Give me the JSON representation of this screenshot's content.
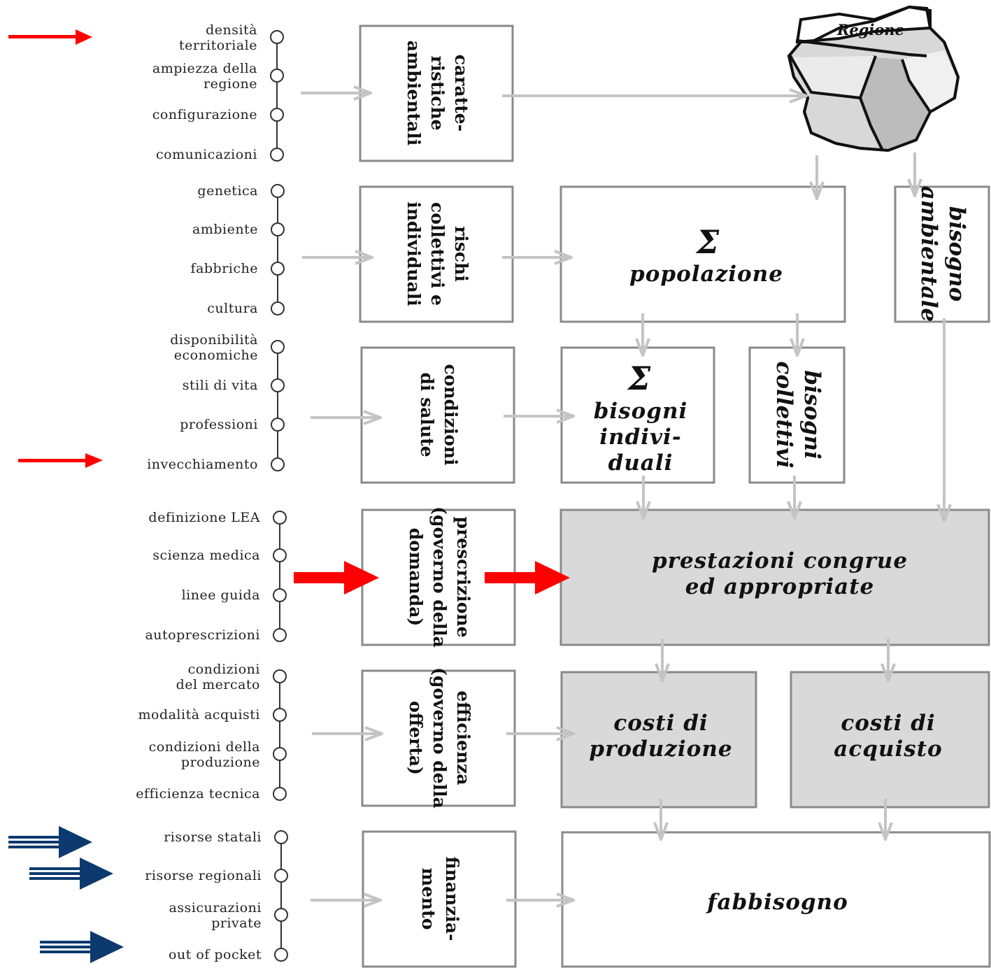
{
  "factor_groups": [
    {
      "items": [
        "densità\nterritoriale",
        "ampiezza della\nregione",
        "configurazione",
        "comunicazioni"
      ]
    },
    {
      "items": [
        "genetica",
        "ambiente",
        "fabbriche",
        "cultura"
      ]
    },
    {
      "items": [
        "disponibilità\neconomiche",
        "stili di vita",
        "professioni",
        "invecchiamento"
      ]
    },
    {
      "items": [
        "definizione LEA",
        "scienza medica",
        "linee guida",
        "autoprescrizioni"
      ]
    },
    {
      "items": [
        "condizioni\ndel mercato",
        "modalità acquisti",
        "condizioni della\nproduzione",
        "efficienza tecnica"
      ]
    },
    {
      "items": [
        "risorse statali",
        "risorse regionali",
        "assicurazioni\nprivate",
        "out of pocket"
      ]
    }
  ],
  "middle_boxes": [
    "caratte-\nristiche\nambientali",
    "rischi\ncollettivi e\nindividuali",
    "condizioni\ndi salute",
    "prescrizione\n(governo della\ndomanda)",
    "efficienza\n(governo della\nofferta)",
    "finanzia-\nmento"
  ],
  "region": {
    "label": "Regione"
  },
  "right_boxes": {
    "popolazione": {
      "symbol": "Σ",
      "label": "popolazione"
    },
    "bisogno_ambientale": "bisogno\nambientale",
    "bisogni_individuali": {
      "symbol": "Σ",
      "label": "bisogni\nindivi-\nduali"
    },
    "bisogni_collettivi": "bisogni\ncollettivi",
    "prestazioni": "prestazioni congrue\ned appropriate",
    "costi_produzione": "costi di\nproduzione",
    "costi_acquisto": "costi di\nacquisto",
    "fabbisogno": "fabbisogno"
  },
  "colors": {
    "accent_red": "#ff0000",
    "accent_navy": "#0d3a6e",
    "shaded_box": "#d9d9d9",
    "connector": "#c4c4c4"
  }
}
